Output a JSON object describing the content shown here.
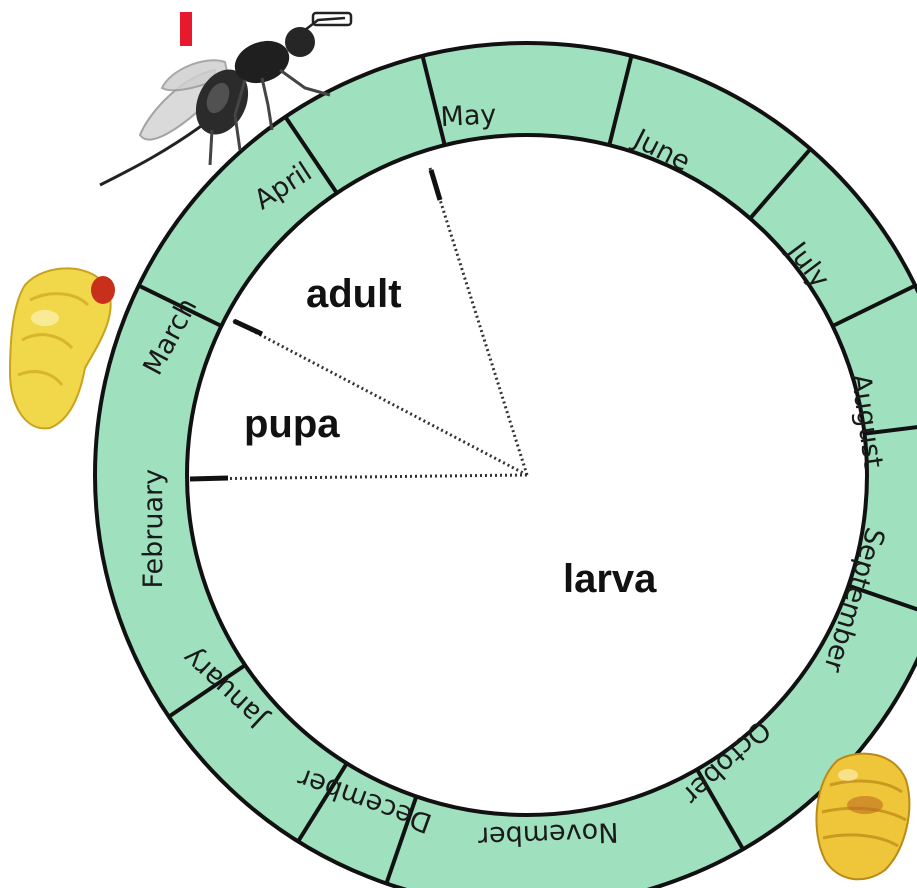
{
  "colors": {
    "ring_fill": "#9fe0bf",
    "ring_stroke": "#111111",
    "scale_bar": "#e8192c"
  },
  "months": [
    "January",
    "February",
    "March",
    "April",
    "May",
    "June",
    "July",
    "August",
    "September",
    "October",
    "November",
    "December"
  ],
  "stages": [
    {
      "label": "adult"
    },
    {
      "label": "pupa"
    },
    {
      "label": "larva"
    }
  ],
  "illustrations": [
    "wasp-adult-icon",
    "pupa-icon",
    "larva-icon"
  ]
}
